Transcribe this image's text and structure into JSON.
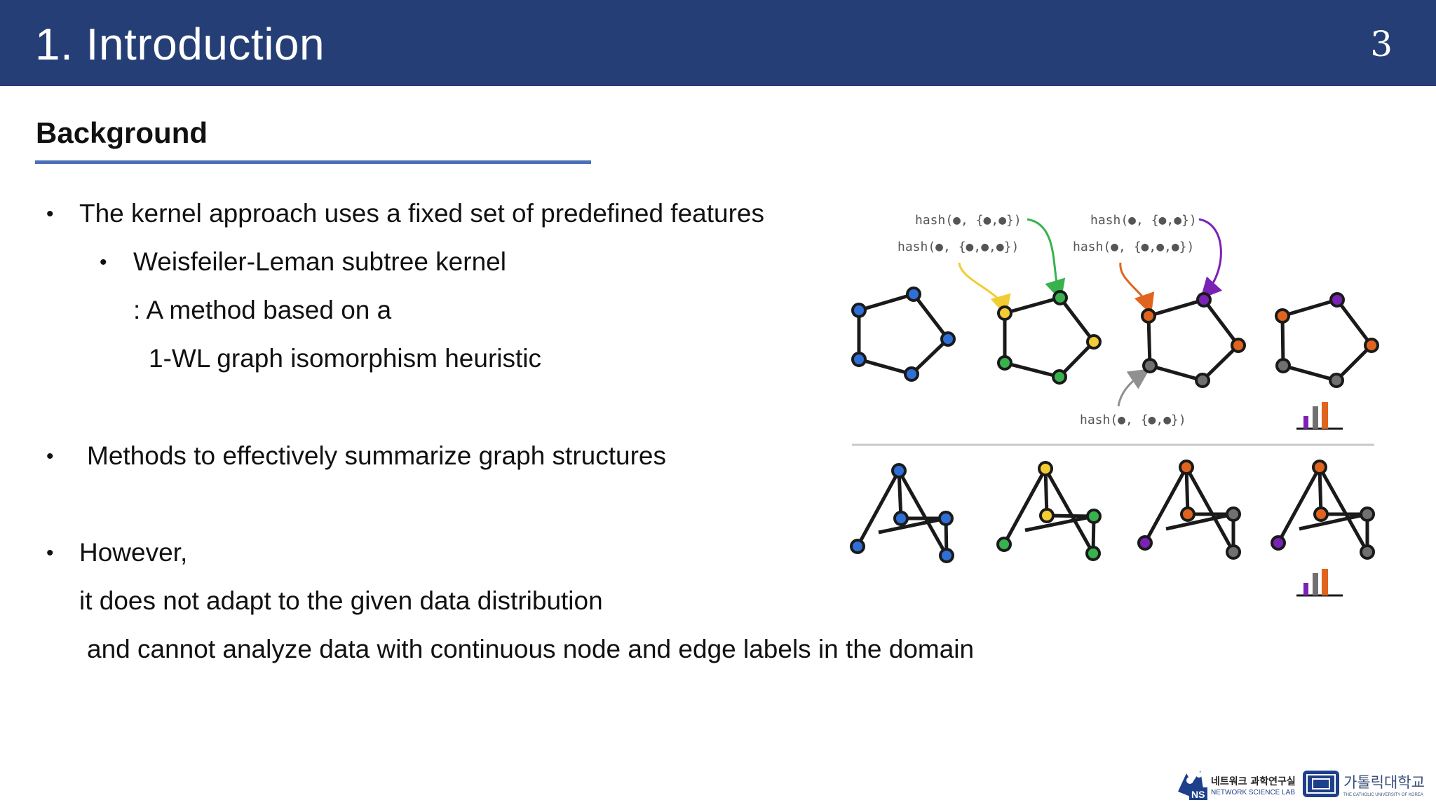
{
  "header": {
    "title": "1. Introduction",
    "page_number": "3"
  },
  "section": {
    "title": "Background"
  },
  "body": {
    "bullet_char": "•",
    "b1": "The kernel approach uses a fixed set of predefined features",
    "b1_sub": "Weisfeiler-Leman subtree kernel",
    "b1_sub_l1": ": A method based on a",
    "b1_sub_l2": "1-WL graph isomorphism heuristic",
    "b2": "Methods to effectively summarize graph structures",
    "b3_l1": "However,",
    "b3_l2": "it does not adapt to the given data distribution",
    "b3_l3": "and cannot analyze data with continuous node and edge labels in the domain"
  },
  "figure": {
    "hash_labels": [
      "hash(●, {●,●})",
      "hash(●, {●,●,●})",
      "hash(●, {●,●})",
      "hash(●, {●,●,●})",
      "hash(●, {●,●})"
    ],
    "colors": {
      "blue": "#2f6fd6",
      "yellow": "#f2cc33",
      "green": "#37b24d",
      "orange": "#e0641e",
      "gray": "#707070",
      "purple": "#7a22b5"
    }
  },
  "logos": {
    "ns_mark": "NS",
    "lab_korean": "네트워크 과학연구실",
    "lab_english": "NETWORK SCIENCE LAB",
    "univ_korean": "가톨릭대학교",
    "univ_english": "THE CATHOLIC UNIVERSITY OF KOREA"
  }
}
